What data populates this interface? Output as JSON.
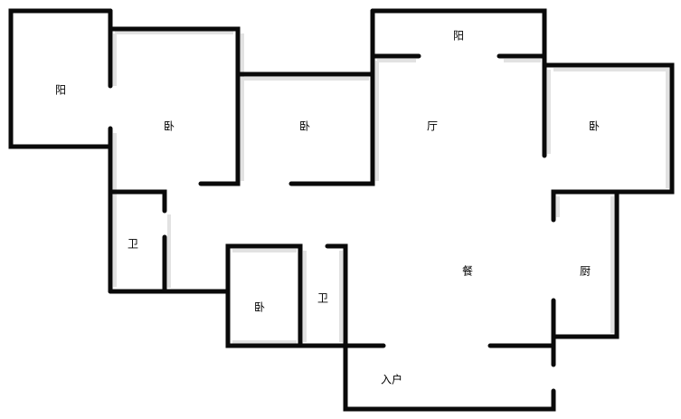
{
  "rooms": {
    "balcony_left": "阳",
    "bedroom_1": "卧",
    "bedroom_2": "卧",
    "living_room": "厅",
    "balcony_top": "阳",
    "bedroom_3": "卧",
    "bathroom_1": "卫",
    "bedroom_4": "卧",
    "bathroom_2": "卫",
    "dining": "餐",
    "kitchen": "厨",
    "entrance": "入户"
  },
  "colors": {
    "wall": "#0a0a0a",
    "background": "#ffffff"
  }
}
